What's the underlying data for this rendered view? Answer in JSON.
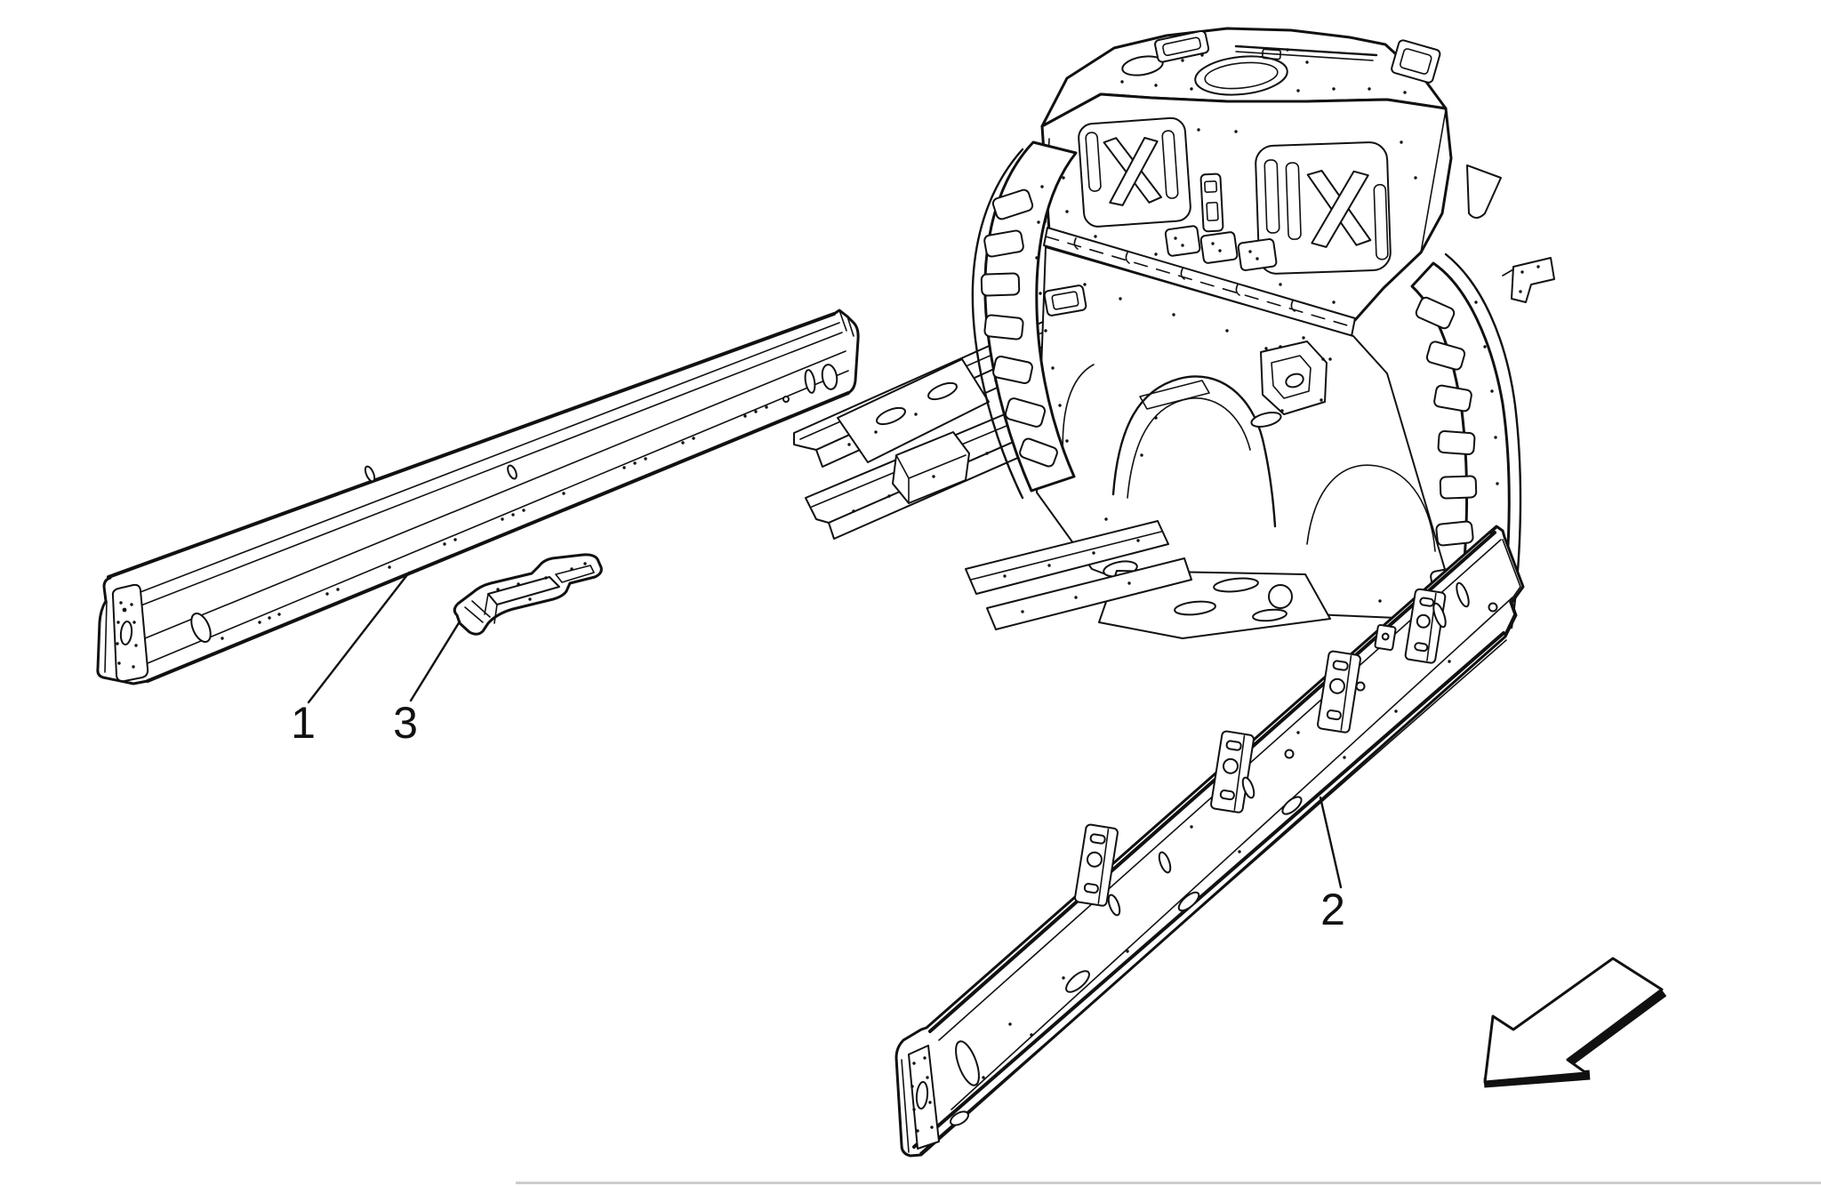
{
  "figure": {
    "type": "technical-parts-diagram",
    "background_color": "#ffffff",
    "line_color": "#111111",
    "page_edge_color": "#cccccc",
    "callouts": [
      {
        "id": "part-1",
        "label": "1"
      },
      {
        "id": "part-2",
        "label": "2"
      },
      {
        "id": "part-3",
        "label": "3"
      }
    ],
    "direction_arrow": {
      "icon": "direction-arrow",
      "points": "down-left"
    }
  }
}
